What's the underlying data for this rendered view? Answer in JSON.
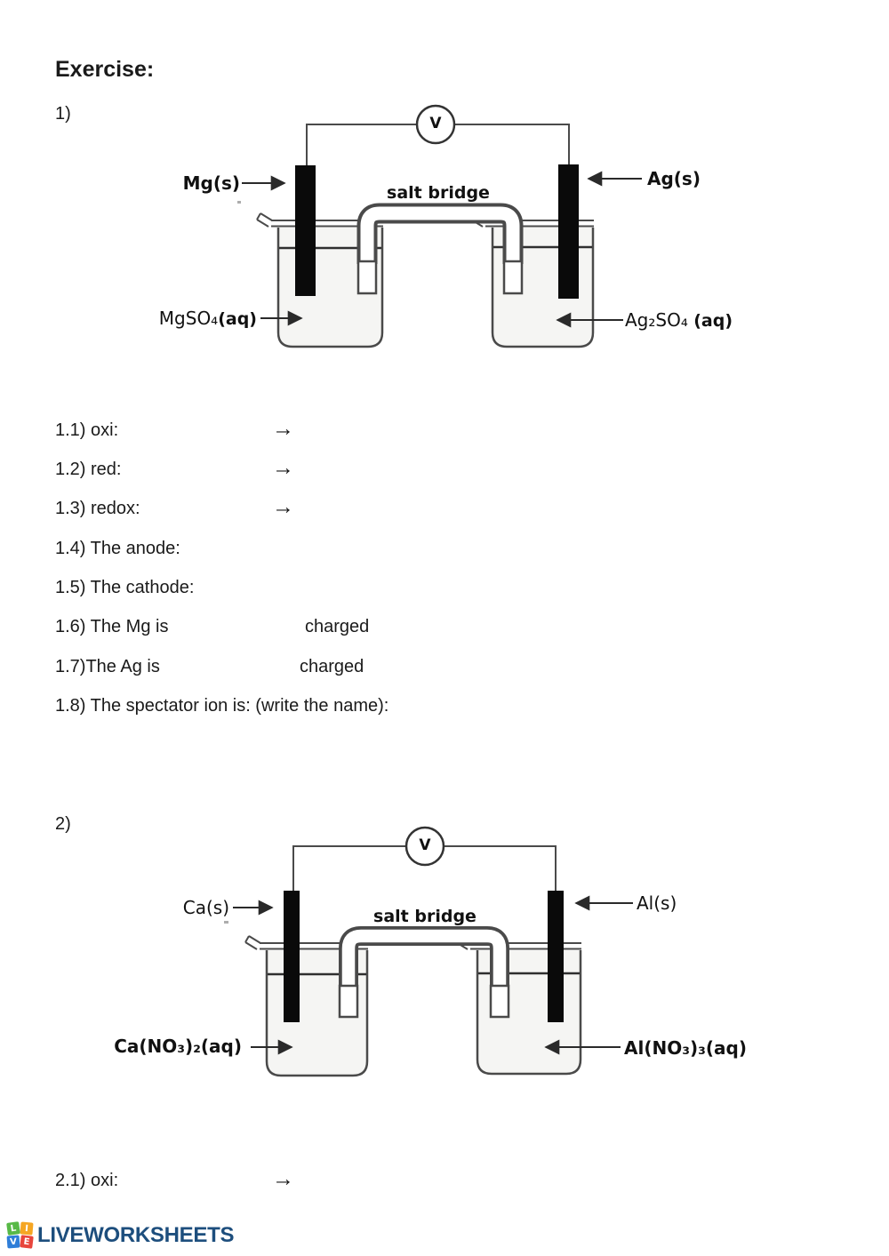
{
  "page": {
    "title": "Exercise:"
  },
  "sections": [
    {
      "number": "1)",
      "questions": [
        {
          "label": "1.1) oxi:",
          "arrow": "→"
        },
        {
          "label": "1.2) red:",
          "arrow": "→"
        },
        {
          "label": "1.3) redox:",
          "arrow": "→"
        },
        {
          "label": "1.4) The anode:"
        },
        {
          "label": "1.5) The cathode:"
        },
        {
          "label": "1.6) The Mg is",
          "extra": "charged"
        },
        {
          "label": "1.7)The Ag is",
          "extra": "charged"
        },
        {
          "label": "1.8) The spectator ion is: (write the name):"
        }
      ]
    },
    {
      "number": "2)",
      "questions": [
        {
          "label": "2.1) oxi:",
          "arrow": "→"
        }
      ]
    }
  ],
  "diagram1": {
    "voltmeter_label": "V",
    "salt_bridge_label": "salt bridge",
    "left_electrode_label": "Mg(s)",
    "right_electrode_label": "Ag(s)",
    "left_solution_formula": "MgSO₄",
    "left_solution_state": "(aq)",
    "right_solution_formula": "Ag₂SO₄ ",
    "right_solution_state": "(aq)"
  },
  "diagram2": {
    "voltmeter_label": "V",
    "salt_bridge_label": "salt bridge",
    "left_electrode_label": "Ca(s)",
    "right_electrode_label": "Al(s)",
    "left_solution": "Ca(NO₃)₂(aq)",
    "right_solution": "Al(NO₃)₃(aq)"
  },
  "colors": {
    "electrode": "#0a0a0a",
    "diagram_stroke": "#4a4a4a",
    "arrow_stroke": "#2a2a2a",
    "beaker_fill": "#f5f5f3",
    "brand_blue": "#1d4e7d"
  },
  "footer": {
    "brand": "LIVEWORKSHEETS",
    "brand_color": "#1d4e7d",
    "tiles": [
      {
        "letter": "L",
        "color": "#58b947"
      },
      {
        "letter": "I",
        "color": "#f5a623"
      },
      {
        "letter": "V",
        "color": "#2f7ed8"
      },
      {
        "letter": "E",
        "color": "#e8453c"
      }
    ]
  }
}
